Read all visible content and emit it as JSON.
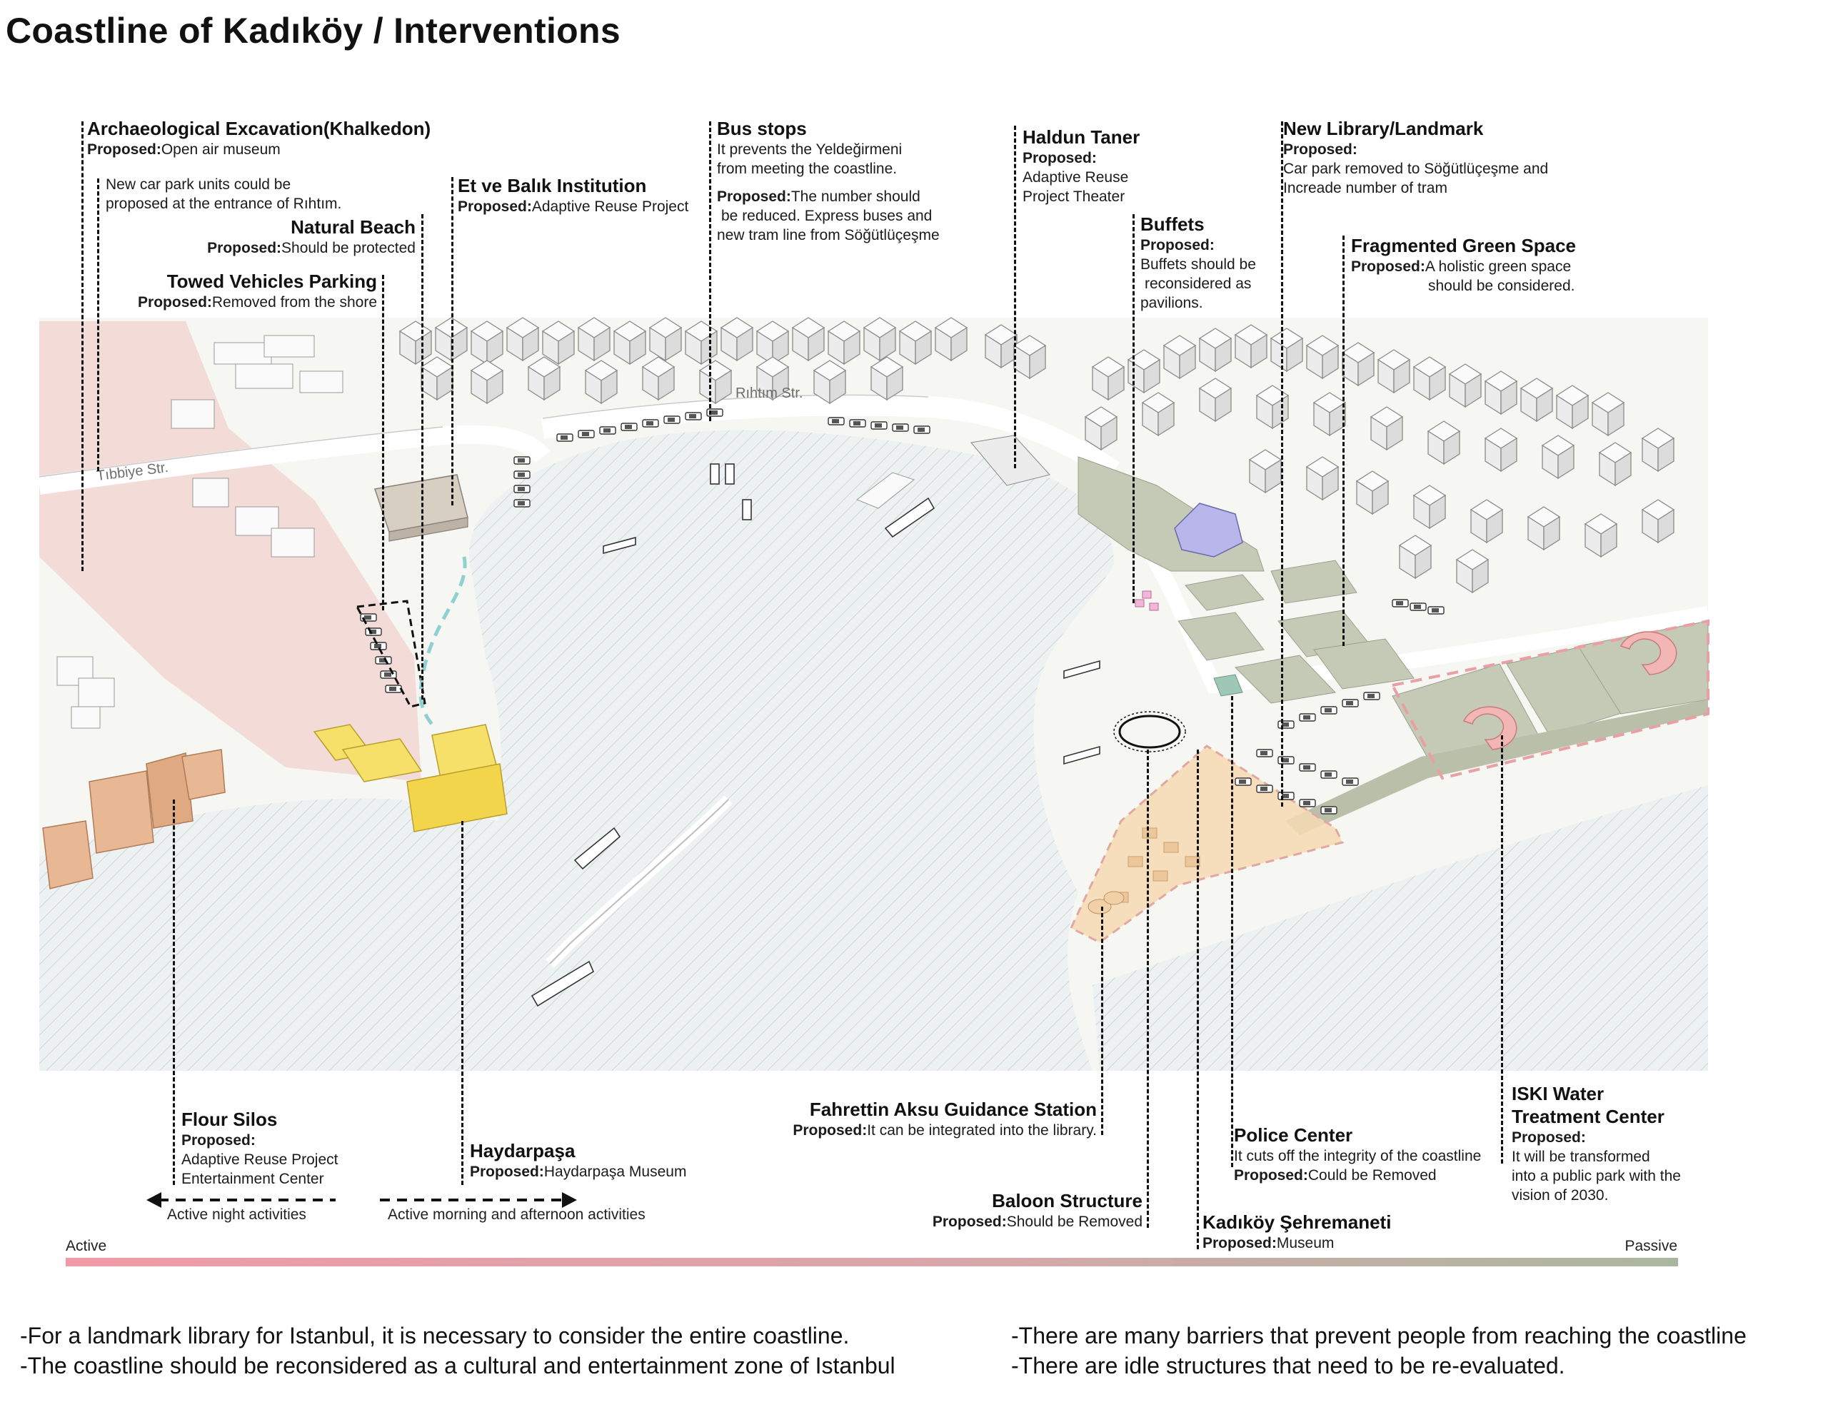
{
  "title": "Coastline of Kadıköy / Interventions",
  "proposed_label": "Proposed:",
  "streets": {
    "tibbiye": "Tıbbiye Str.",
    "rihtim": "Rıhtım Str."
  },
  "annotations": {
    "archaeological": {
      "title": "Archaeological Excavation(Khalkedon)",
      "proposal": "Open air museum"
    },
    "car_park_note": {
      "line1": "New car park units could be",
      "line2": "proposed at the entrance of Rıhtım."
    },
    "natural_beach": {
      "title": "Natural Beach",
      "proposal": "Should be protected"
    },
    "towed_vehicles": {
      "title": "Towed Vehicles Parking",
      "proposal": "Removed from the shore"
    },
    "et_balik": {
      "title": "Et ve Balık Institution",
      "proposal": "Adaptive Reuse Project"
    },
    "bus_stops": {
      "title": "Bus stops",
      "desc1": "It prevents the Yeldeğirmeni",
      "desc2": "from meeting the coastline.",
      "proposal1": "The number should",
      "proposal2": "be reduced. Express buses and",
      "proposal3": "new tram line from Söğütlüçeşme"
    },
    "haldun_taner": {
      "title": "Haldun Taner",
      "proposal1": "Adaptive Reuse",
      "proposal2": "Project Theater"
    },
    "buffets": {
      "title": "Buffets",
      "proposal1": "Buffets should be",
      "proposal2": "reconsidered as",
      "proposal3": "pavilions."
    },
    "new_library": {
      "title": "New Library/Landmark",
      "proposal1": "Car park removed to Söğütlüçeşme and",
      "proposal2": "Increade number of tram"
    },
    "green_space": {
      "title": "Fragmented Green Space",
      "proposal1": "A holistic green space",
      "proposal2": "should be considered."
    },
    "flour_silos": {
      "title": "Flour Silos",
      "proposal1": "Adaptive Reuse Project",
      "proposal2": "Entertainment Center"
    },
    "haydarpasa": {
      "title": "Haydarpaşa",
      "proposal": "Haydarpaşa Museum"
    },
    "fahrettin": {
      "title": "Fahrettin Aksu Guidance Station",
      "proposal": "It can be integrated into the library."
    },
    "baloon": {
      "title": "Baloon Structure",
      "proposal": "Should be Removed"
    },
    "police": {
      "title": "Police Center",
      "desc": "It cuts off the integrity of the coastline",
      "proposal": "Could be Removed"
    },
    "sehremaneti": {
      "title": "Kadıköy Şehremaneti",
      "proposal": "Museum"
    },
    "iski": {
      "title1": "ISKI Water",
      "title2": "Treatment Center",
      "proposal1": "It will be transformed",
      "proposal2": "into a public park with the",
      "proposal3": "vision of 2030."
    }
  },
  "activity": {
    "night": "Active night activities",
    "day": "Active morning and afternoon activities"
  },
  "scale": {
    "left": "Active",
    "right": "Passive"
  },
  "notes": {
    "left1": "-For a landmark library for Istanbul, it is necessary to consider the entire coastline.",
    "left2": "-The coastline should be reconsidered as a cultural and entertainment zone of Istanbul",
    "right1": "-There are many barriers that prevent people from reaching the coastline",
    "right2": "-There are idle structures that need to be re-evaluated."
  },
  "colors": {
    "water": "#eef1f2",
    "land": "#f6f6f2",
    "pink_zone": "#f3dcd8",
    "orange_zone": "#f6d9b4",
    "green": "#c5cab7",
    "yellow": "#f6e06a",
    "silo": "#e8b894",
    "purple": "#b8b6ea",
    "ferry_dash": "#8fd0d0"
  }
}
